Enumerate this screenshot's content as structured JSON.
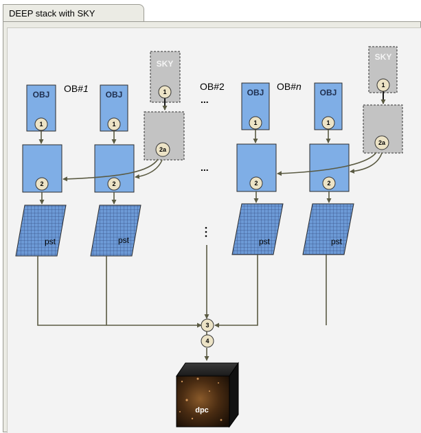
{
  "window": {
    "tab_title": "DEEP stack with SKY"
  },
  "diagram": {
    "ob_labels": {
      "ob1_prefix": "OB#",
      "ob1_num": "1",
      "ob2": "OB#2",
      "obn_prefix": "OB#",
      "obn_num": "n"
    },
    "obj_label": "OBJ",
    "sky_label": "SKY",
    "pst_label": "pst",
    "dpc_label": "dpc",
    "ellipsis": "...",
    "steps": {
      "s1": "1",
      "s2": "2",
      "s2a": "2a",
      "s3": "3",
      "s4": "4"
    },
    "colors": {
      "obj_fill": "#7faee6",
      "sky_fill": "#c3c3c3",
      "step_circle": "#ece3c6",
      "arrow": "#5a5a42",
      "grid": "#2c3e70"
    }
  }
}
